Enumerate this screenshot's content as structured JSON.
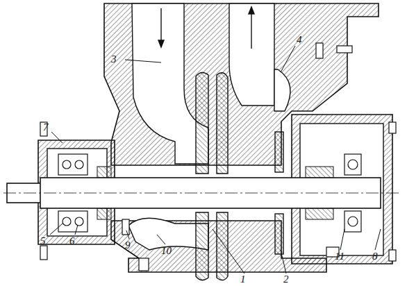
{
  "diagram": {
    "labels": [
      "7",
      "3",
      "4",
      "5",
      "6",
      "9",
      "10",
      "1",
      "2",
      "11",
      "8"
    ]
  }
}
